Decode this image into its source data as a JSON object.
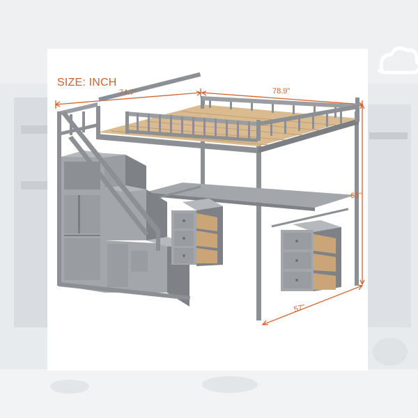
{
  "title": "SIZE: INCH",
  "dimensions": {
    "depth": "74.7\"",
    "length": "78.9\"",
    "height": "68\"",
    "width": "57\""
  },
  "colors": {
    "accent": "#d2622b",
    "frame": "#8c8f93",
    "frame_light": "#a3a6aa",
    "frame_dark": "#6e7175",
    "drawer_inside": "#c9a577",
    "slats": "#d9bb8f",
    "panel": "#ffffff",
    "background": "#e9ecef"
  }
}
